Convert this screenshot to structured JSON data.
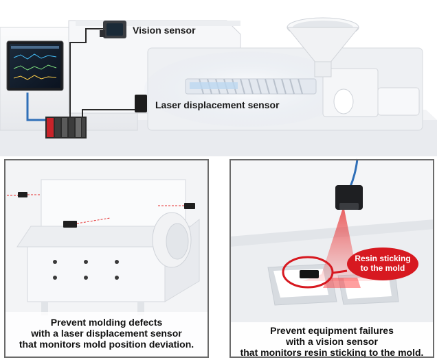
{
  "labels": {
    "vision_sensor": "Vision sensor",
    "laser_sensor": "Laser displacement sensor"
  },
  "left_panel": {
    "caption": [
      "Prevent molding defects",
      "with a laser displacement sensor",
      "that monitors mold position deviation."
    ]
  },
  "right_panel": {
    "caption": [
      "Prevent equipment failures",
      "with a vision sensor",
      "that monitors resin sticking to the mold."
    ],
    "callout": [
      "Resin sticking",
      "to the mold"
    ]
  },
  "colors": {
    "accent_red": "#d71920",
    "cable_blue": "#2f6fb8",
    "machine_white": "#f4f5f7",
    "machine_shadow": "#dcdfe4",
    "panel_border": "#6a6a6a"
  }
}
